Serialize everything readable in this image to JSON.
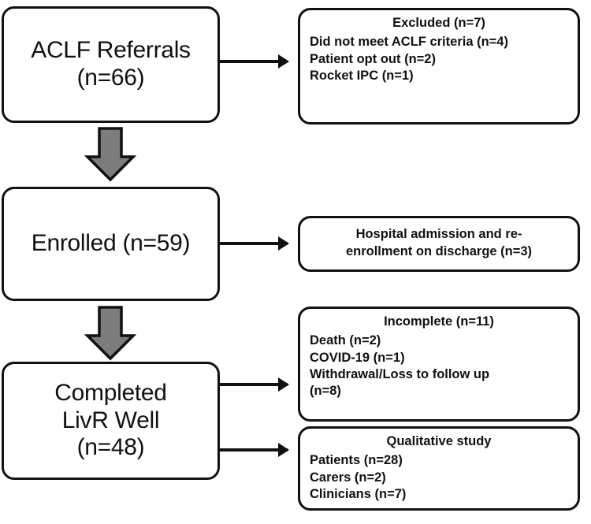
{
  "figure": {
    "type": "flow-diagram",
    "orientation": "vertical",
    "colors": {
      "stroke": "#111111",
      "box_fill": "#ffffff",
      "down_arrow_fill": "#7d7d7d",
      "down_arrow_stroke": "#111111",
      "background": "#ffffff"
    }
  },
  "nodes": {
    "referrals": {
      "label": "ACLF Referrals\n(n=66)",
      "line1": "ACLF Referrals",
      "line2": "(n=66)"
    },
    "enrolled": {
      "label": "Enrolled (n=59)",
      "line1": "Enrolled (n=59)"
    },
    "completed": {
      "label": "Completed\nLivR Well\n(n=48)",
      "line1": "Completed",
      "line2": "LivR Well",
      "line3": "(n=48)"
    },
    "excluded": {
      "title": "Excluded (n=7)",
      "items": [
        "Did not meet ACLF criteria (n=4)",
        "Patient opt out (n=2)",
        "Rocket IPC (n=1)"
      ]
    },
    "readmission": {
      "title": "",
      "items": [
        "Hospital admission and re-\nenrollment on discharge (n=3)"
      ]
    },
    "incomplete": {
      "title": "Incomplete (n=11)",
      "items": [
        "Death (n=2)",
        "COVID-19 (n=1)",
        "Withdrawal/Loss to follow up\n(n=8)"
      ]
    },
    "qualitative": {
      "title": "Qualitative study",
      "items": [
        "Patients (n=28)",
        "Carers (n=2)",
        "Clinicians (n=7)"
      ]
    }
  },
  "counts": {
    "referrals": 66,
    "excluded_total": 7,
    "excluded_no_criteria": 4,
    "excluded_opt_out": 2,
    "excluded_rocket_ipc": 1,
    "enrolled": 59,
    "readmitted_reenrolled": 3,
    "completed": 48,
    "incomplete_total": 11,
    "incomplete_death": 2,
    "incomplete_covid": 1,
    "incomplete_withdrawal": 8,
    "qualitative_patients": 28,
    "qualitative_carers": 2,
    "qualitative_clinicians": 7
  }
}
